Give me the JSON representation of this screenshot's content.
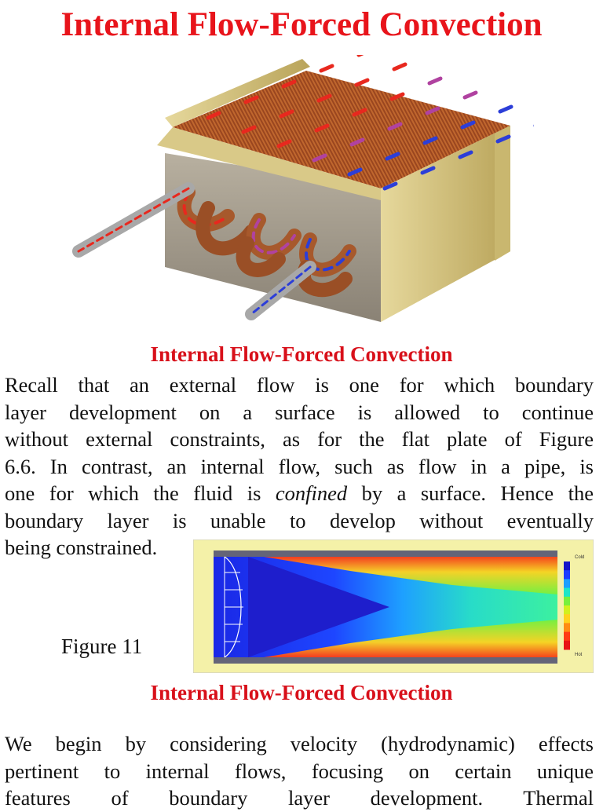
{
  "page": {
    "title": "Internal Flow-Forced Convection"
  },
  "hero_image": {
    "description": "heat exchanger",
    "colors": {
      "hot": "#e8281e",
      "cold": "#2c3ed8",
      "copper": "#9c4a22",
      "frame": "#d2c07a"
    }
  },
  "section1": {
    "heading": "Internal Flow-Forced Convection",
    "lines": [
      "Recall that an external flow is one for which boundary",
      "layer development on a surface is allowed to continue",
      "without external constraints, as for the flat plate of Figure",
      "6.6. In contrast, an internal flow, such as flow in a pipe, is",
      "one for which the fluid is ",
      "confined",
      " by a surface. Hence the",
      "boundary layer is unable to develop without eventually",
      "being constrained."
    ]
  },
  "figure": {
    "label": "Figure 11",
    "legend_top": "Cold",
    "legend_bottom": "Hot",
    "legend_colors": [
      "#1414c8",
      "#1e3cff",
      "#1ea0ff",
      "#1ee6c8",
      "#78f03c",
      "#d2f01e",
      "#ffd21e",
      "#ff8c14",
      "#ff3c14",
      "#e81414"
    ]
  },
  "section2": {
    "heading": "Internal Flow-Forced Convection",
    "lines": [
      "We begin by considering velocity (hydrodynamic) effects",
      "pertinent to internal flows, focusing on certain unique",
      "features of boundary layer development. Thermal"
    ]
  }
}
